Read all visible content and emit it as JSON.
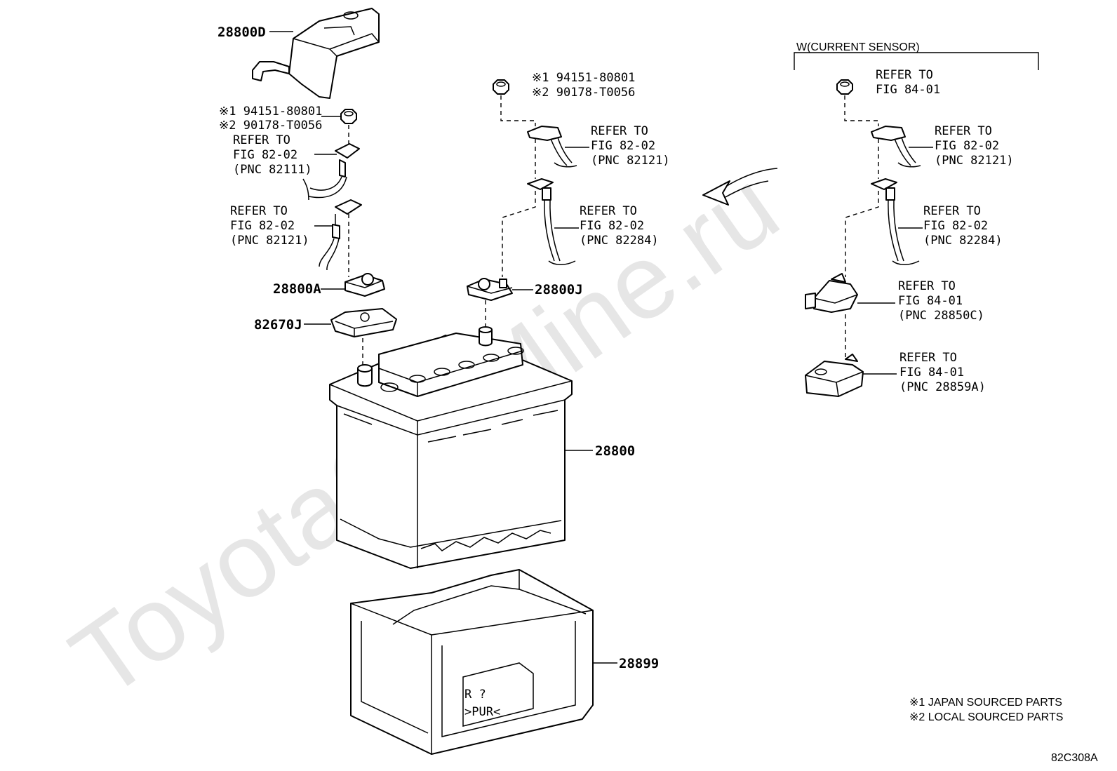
{
  "watermark": "ToyotaCarMine.ru",
  "diagram_code": "82C308A",
  "group_label": "W(CURRENT SENSOR)",
  "notes": [
    "※1 JAPAN SOURCED PARTS",
    "※2 LOCAL SOURCED PARTS"
  ],
  "left_nut": {
    "line1": "※1 94151-80801",
    "line2": "※2 90178-T0056"
  },
  "mid_nut": {
    "line1": "※1 94151-80801",
    "line2": "※2 90178-T0056"
  },
  "parts": {
    "p28800D": "28800D",
    "p28800A": "28800A",
    "p82670J": "82670J",
    "p28800J": "28800J",
    "p28800": "28800",
    "p28899": "28899"
  },
  "refs": {
    "left_82111": [
      "REFER TO",
      "FIG 82-02",
      "(PNC 82111)"
    ],
    "left_82121": [
      "REFER TO",
      "FIG 82-02",
      "(PNC 82121)"
    ],
    "mid_82121": [
      "REFER TO",
      "FIG 82-02",
      "(PNC 82121)"
    ],
    "mid_82284": [
      "REFER TO",
      "FIG 82-02",
      "(PNC 82284)"
    ],
    "right_nut": [
      "REFER TO",
      "FIG 84-01"
    ],
    "right_82121": [
      "REFER TO",
      "FIG 82-02",
      "(PNC 82121)"
    ],
    "right_82284": [
      "REFER TO",
      "FIG 82-02",
      "(PNC 82284)"
    ],
    "right_28850C": [
      "REFER TO",
      "FIG 84-01",
      "(PNC 28850C)"
    ],
    "right_28859A": [
      "REFER TO",
      "FIG 84-01",
      "(PNC 28859A)"
    ]
  },
  "tray_marking": {
    "line1": "R ?",
    "line2": ">PUR<"
  }
}
